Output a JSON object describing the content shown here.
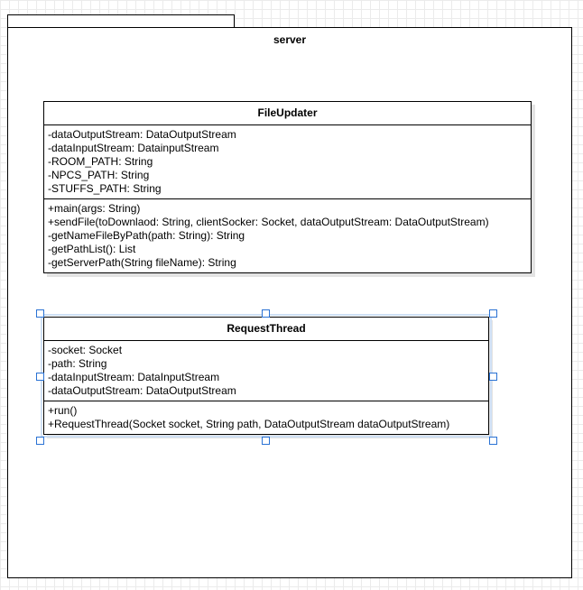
{
  "package": {
    "name": "server"
  },
  "classes": [
    {
      "name": "FileUpdater",
      "attributes": [
        "-dataOutputStream: DataOutputStream",
        "-dataInputStream: DatainputStream",
        "-ROOM_PATH: String",
        "-NPCS_PATH: String",
        "-STUFFS_PATH: String"
      ],
      "methods": [
        "+main(args: String)",
        "+sendFile(toDownlaod: String, clientSocker: Socket, dataOutputStream: DataOutputStream)",
        "-getNameFileByPath(path: String): String",
        "-getPathList(): List",
        "-getServerPath(String fileName): String"
      ]
    },
    {
      "name": "RequestThread",
      "attributes": [
        "-socket: Socket",
        "-path: String",
        "-dataInputStream: DataInputStream",
        "-dataOutputStream: DataOutputStream"
      ],
      "methods": [
        "+run()",
        "+RequestThread(Socket socket, String path, DataOutputStream dataOutputStream)"
      ]
    }
  ]
}
